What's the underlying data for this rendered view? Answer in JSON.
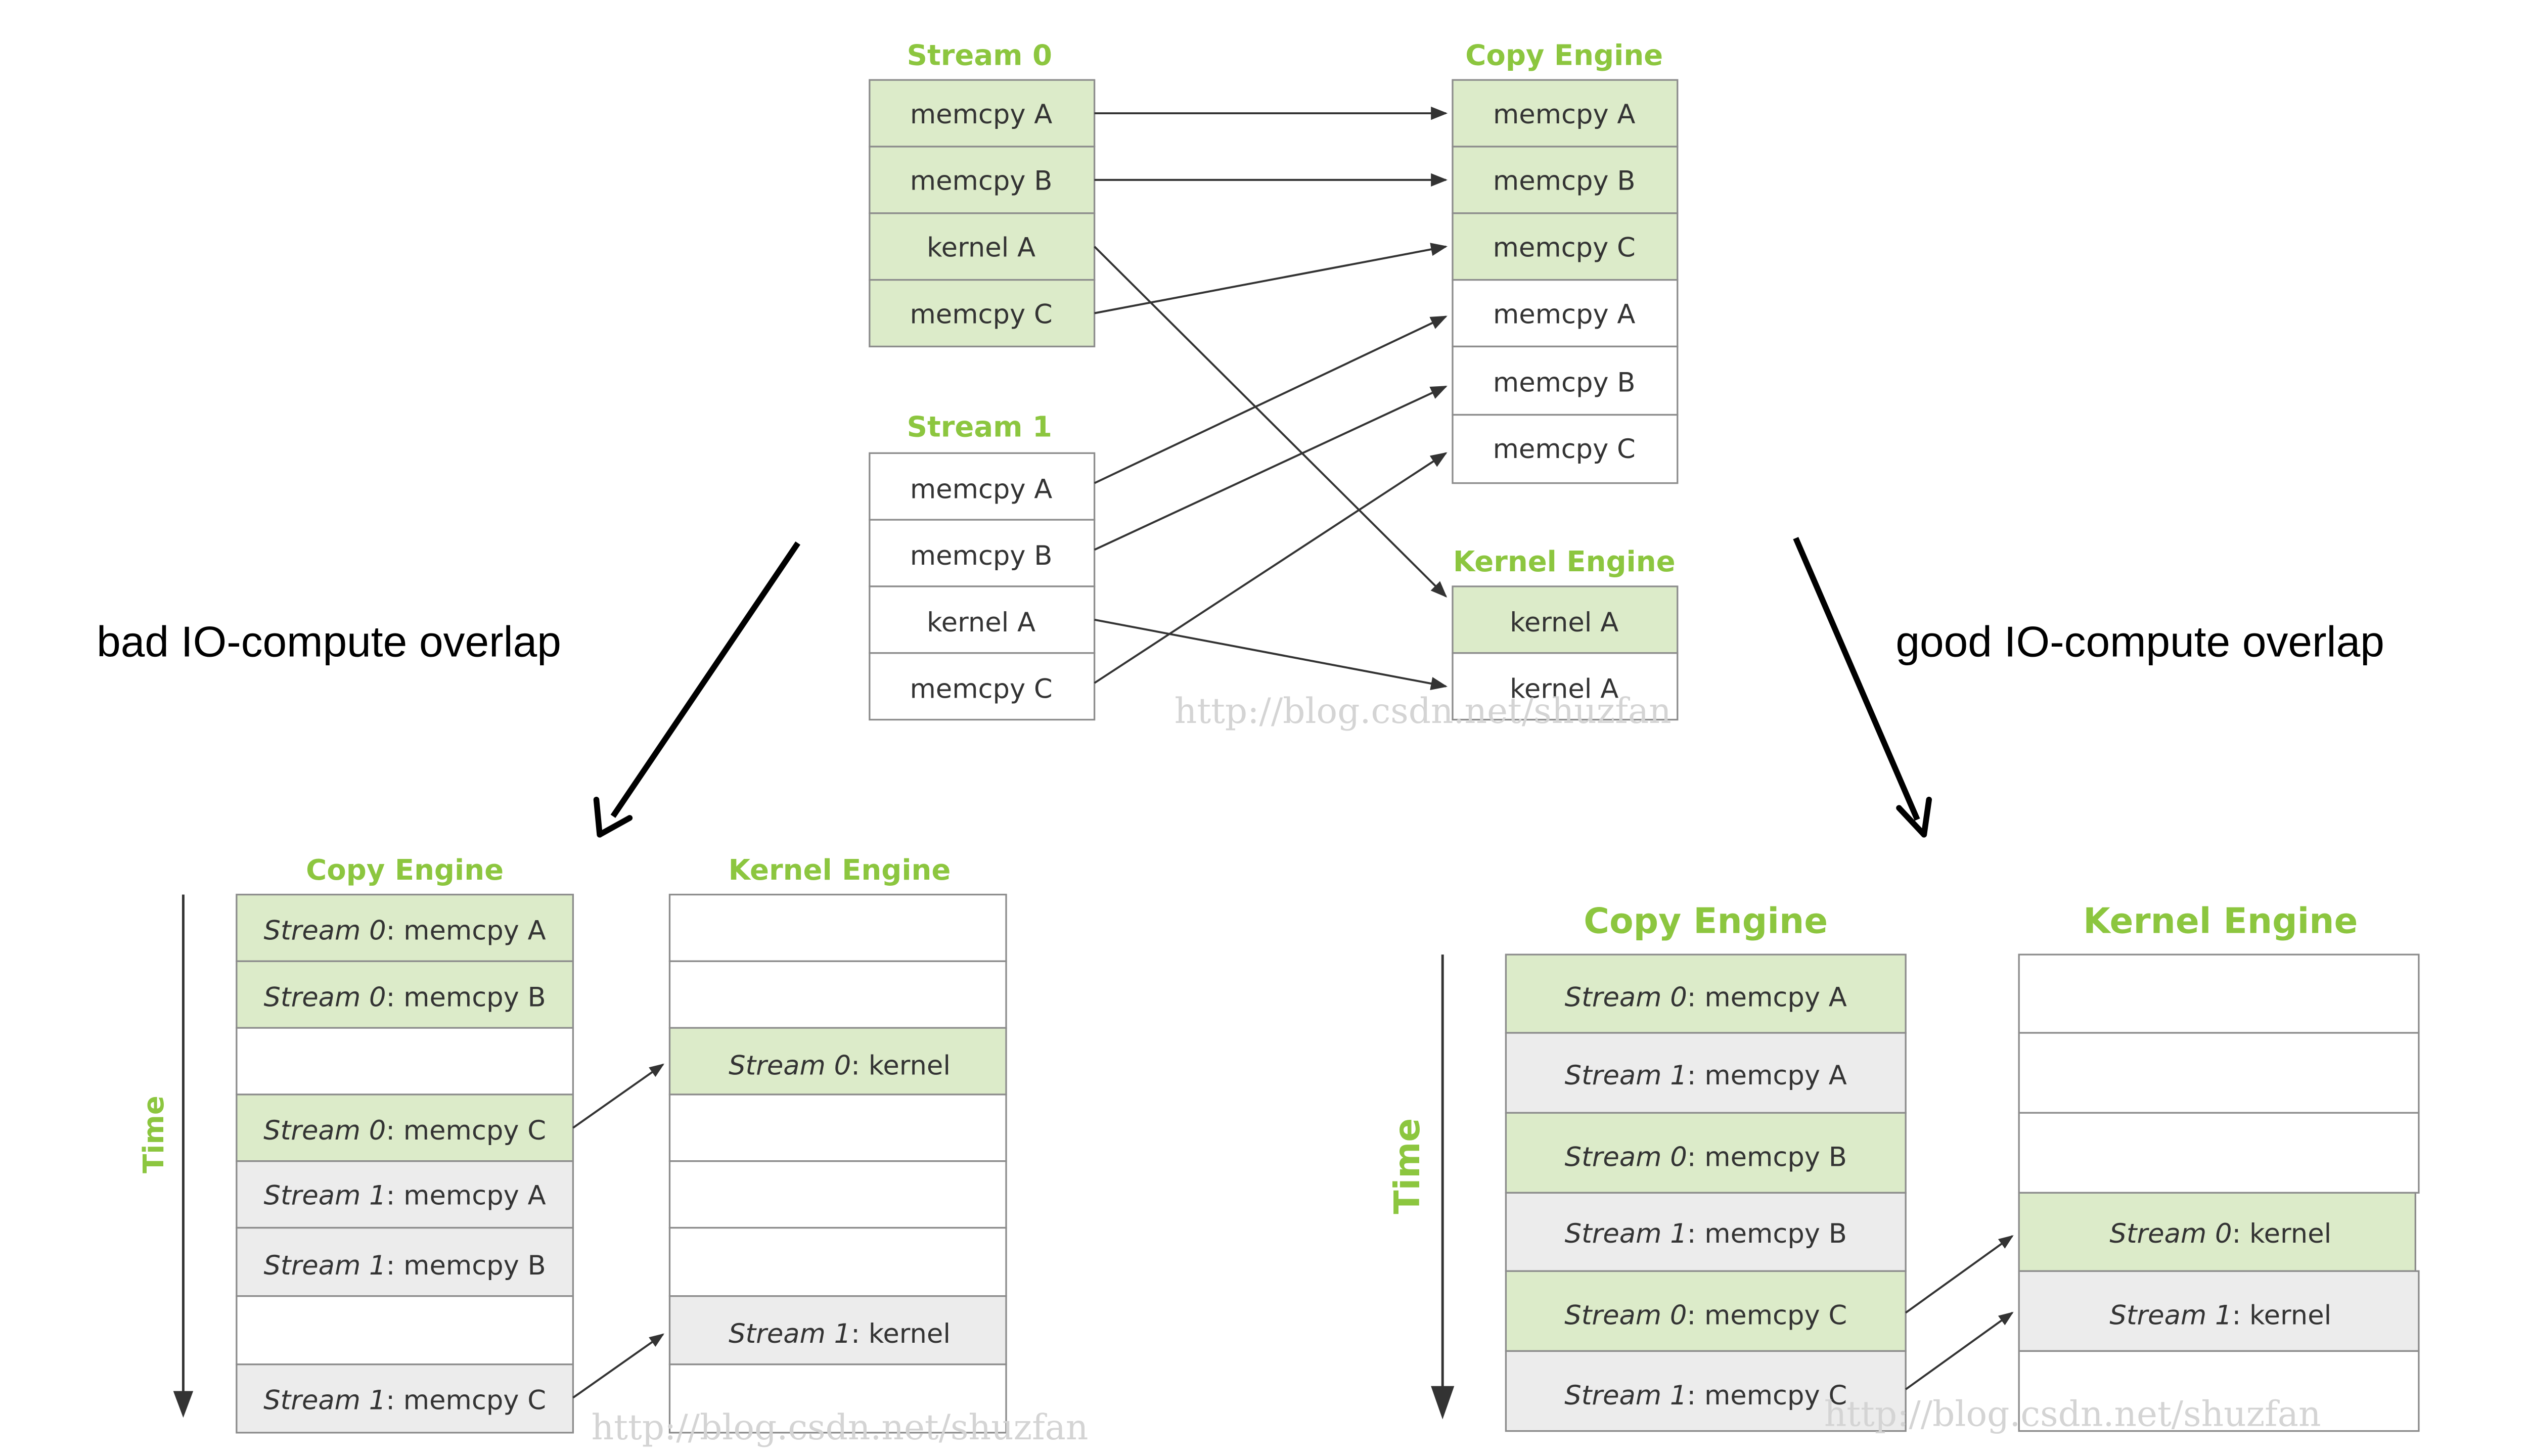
{
  "top": {
    "stream0": {
      "title": "Stream 0",
      "items": [
        "memcpy A",
        "memcpy B",
        "kernel A",
        "memcpy C"
      ]
    },
    "stream1": {
      "title": "Stream 1",
      "items": [
        "memcpy A",
        "memcpy B",
        "kernel A",
        "memcpy C"
      ]
    },
    "copy_engine": {
      "title": "Copy Engine",
      "items": [
        "memcpy A",
        "memcpy B",
        "memcpy C",
        "memcpy A",
        "memcpy B",
        "memcpy C"
      ]
    },
    "kernel_engine": {
      "title": "Kernel Engine",
      "items": [
        "kernel A",
        "kernel A"
      ]
    }
  },
  "captions": {
    "bad": "bad IO-compute overlap",
    "good": "good IO-compute overlap"
  },
  "bad": {
    "time_label": "Time",
    "copy_title": "Copy Engine",
    "kernel_title": "Kernel Engine",
    "copy_rows": [
      {
        "stream": "Stream 0",
        "op": ": memcpy A"
      },
      {
        "stream": "Stream 0",
        "op": ": memcpy B"
      },
      {
        "stream": "",
        "op": ""
      },
      {
        "stream": "Stream 0",
        "op": ": memcpy C"
      },
      {
        "stream": "Stream 1",
        "op": ": memcpy A"
      },
      {
        "stream": "Stream 1",
        "op": ": memcpy B"
      },
      {
        "stream": "",
        "op": ""
      },
      {
        "stream": "Stream 1",
        "op": ": memcpy C"
      }
    ],
    "kernel_rows": [
      {
        "stream": "",
        "op": ""
      },
      {
        "stream": "",
        "op": ""
      },
      {
        "stream": "Stream 0",
        "op": ": kernel"
      },
      {
        "stream": "",
        "op": ""
      },
      {
        "stream": "",
        "op": ""
      },
      {
        "stream": "",
        "op": ""
      },
      {
        "stream": "Stream 1",
        "op": ": kernel"
      },
      {
        "stream": "",
        "op": ""
      }
    ]
  },
  "good": {
    "time_label": "Time",
    "copy_title": "Copy Engine",
    "kernel_title": "Kernel Engine",
    "copy_rows": [
      {
        "stream": "Stream 0",
        "op": ": memcpy A"
      },
      {
        "stream": "Stream 1",
        "op": ": memcpy A"
      },
      {
        "stream": "Stream 0",
        "op": ": memcpy B"
      },
      {
        "stream": "Stream 1",
        "op": ": memcpy B"
      },
      {
        "stream": "Stream 0",
        "op": ": memcpy C"
      },
      {
        "stream": "Stream 1",
        "op": ": memcpy C"
      }
    ],
    "kernel_rows": [
      {
        "stream": "",
        "op": ""
      },
      {
        "stream": "",
        "op": ""
      },
      {
        "stream": "",
        "op": ""
      },
      {
        "stream": "Stream 0",
        "op": ": kernel"
      },
      {
        "stream": "Stream 1",
        "op": ": kernel"
      },
      {
        "stream": "",
        "op": ""
      }
    ]
  },
  "watermark": "http://blog.csdn.net/shuzfan",
  "colors": {
    "green_fill": "#dcebc9",
    "gray_fill": "#ececec",
    "white_fill": "#ffffff",
    "title_green": "#8cc63f"
  }
}
